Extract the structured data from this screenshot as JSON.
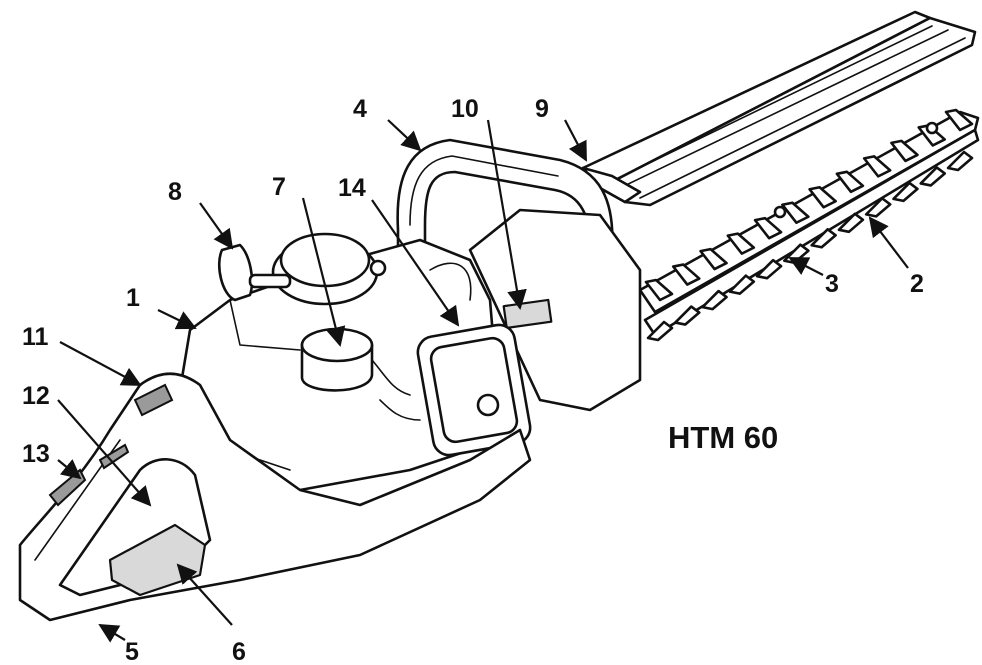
{
  "model_label": "HTM 60",
  "callouts": [
    {
      "id": "1",
      "text": "1"
    },
    {
      "id": "2",
      "text": "2"
    },
    {
      "id": "3",
      "text": "3"
    },
    {
      "id": "4",
      "text": "4"
    },
    {
      "id": "5",
      "text": "5"
    },
    {
      "id": "6",
      "text": "6"
    },
    {
      "id": "7",
      "text": "7"
    },
    {
      "id": "8",
      "text": "8"
    },
    {
      "id": "9",
      "text": "9"
    },
    {
      "id": "10",
      "text": "10"
    },
    {
      "id": "11",
      "text": "11"
    },
    {
      "id": "12",
      "text": "12"
    },
    {
      "id": "13",
      "text": "13"
    },
    {
      "id": "14",
      "text": "14"
    }
  ]
}
